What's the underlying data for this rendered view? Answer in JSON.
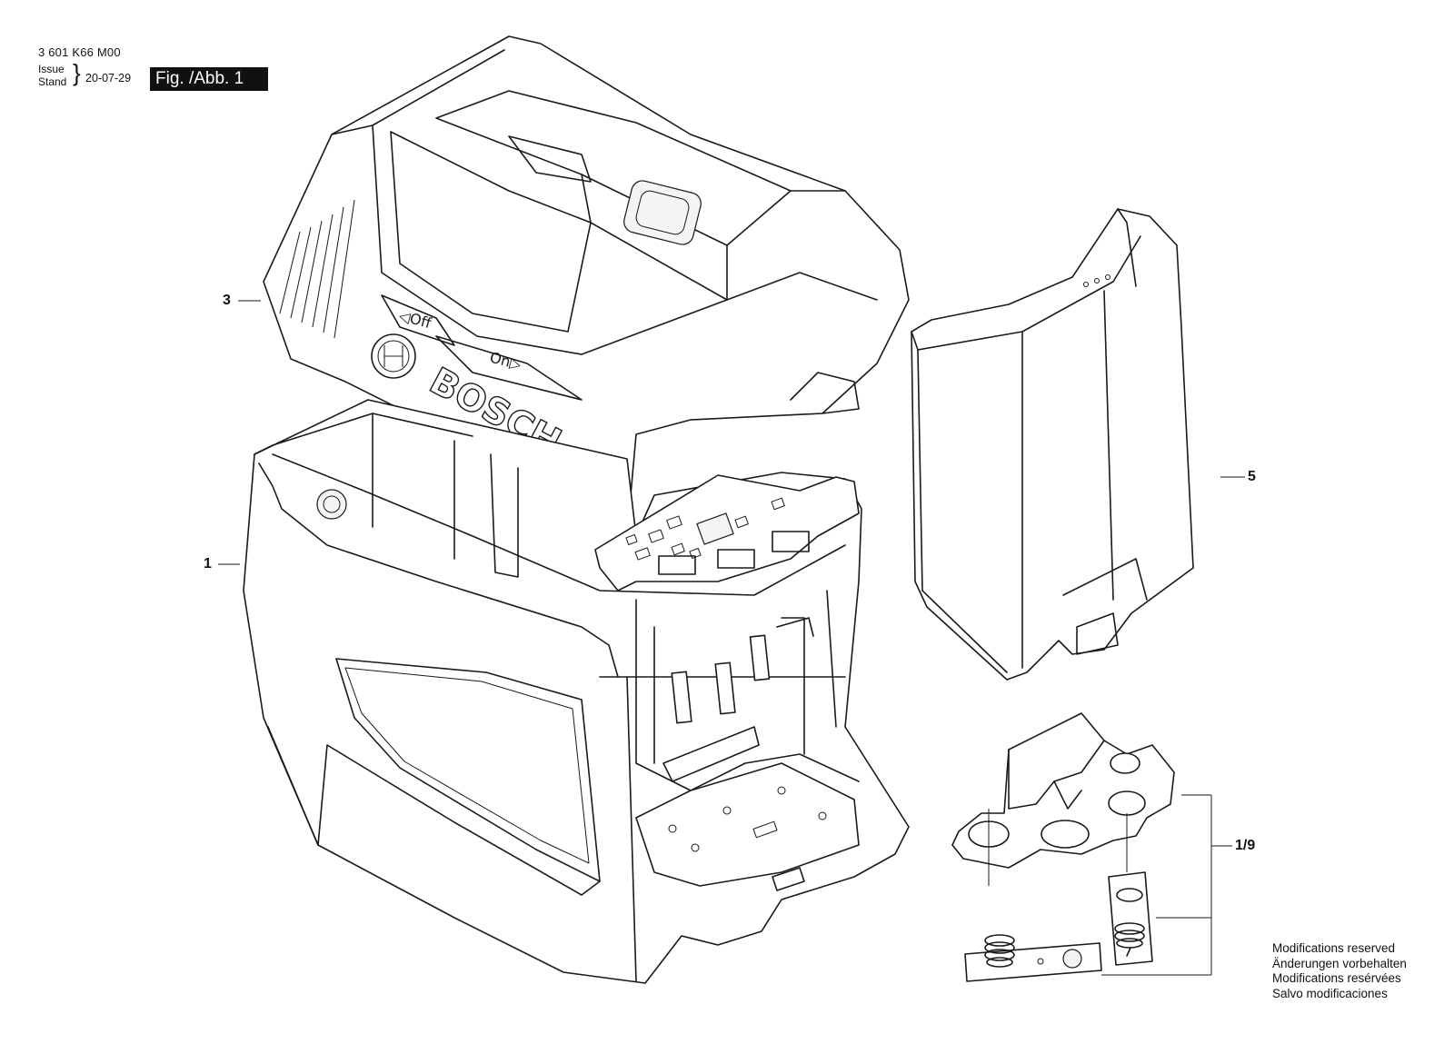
{
  "header": {
    "part_number": "3 601 K66 M00",
    "issue_label": "Issue",
    "stand_label": "Stand",
    "date": "20-07-29",
    "figure_label": "Fig. /Abb. 1"
  },
  "callouts": [
    {
      "id": "1",
      "label": "1"
    },
    {
      "id": "3",
      "label": "3"
    },
    {
      "id": "5",
      "label": "5"
    },
    {
      "id": "1/9",
      "label": "1/9"
    }
  ],
  "cover_markings": {
    "off_label": "◁Off",
    "on_label": "On▷",
    "brand": "BOSCH"
  },
  "notice": [
    "Modifications reserved",
    "Änderungen vorbehalten",
    "Modifications resérvées",
    "Salvo modificaciones"
  ]
}
